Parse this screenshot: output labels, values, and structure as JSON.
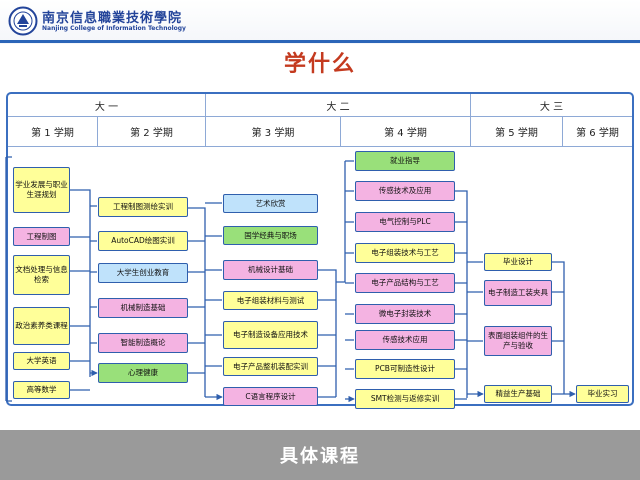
{
  "header": {
    "school_name": "南京信息職業技術學院",
    "school_name_en": "Nanjing College of Information Technology"
  },
  "title": "学什么",
  "footer": "具体课程",
  "years": [
    "大 一",
    "大 二",
    "大 三"
  ],
  "semesters": [
    "第 1 学期",
    "第 2 学期",
    "第 3 学期",
    "第 4 学期",
    "第 5 学期",
    "第 6 学期"
  ],
  "courses": {
    "c1_1": "学业发展与职业生涯规划",
    "c1_2": "工程制图",
    "c1_3": "文档处理与信息检索",
    "c1_4": "政治素养类课程",
    "c1_5": "大学英语",
    "c1_6": "高等数学",
    "c2_1": "工程制图测绘实训",
    "c2_2": "AutoCAD绘图实训",
    "c2_3": "大学生创业教育",
    "c2_4": "机械制造基础",
    "c2_5": "智能制造概论",
    "c2_6": "心理健康",
    "c3_1": "艺术欣赏",
    "c3_2": "国学经典与职场",
    "c3_3": "机械设计基础",
    "c3_4": "电子组装材料与测试",
    "c3_5": "电子制造设备应用技术",
    "c3_6": "电子产品整机装配实训",
    "c3_7": "C语言程序设计",
    "c4_1": "就业指导",
    "c4_2": "传感技术及应用",
    "c4_3": "电气控制与PLC",
    "c4_4": "电子组装技术与工艺",
    "c4_5": "电子产品结构与工艺",
    "c4_6": "微电子封装技术",
    "c4_7": "传感技术应用",
    "c4_8": "PCB可制造性设计",
    "c4_9": "SMT检测与返修实训",
    "c5_1": "毕业设计",
    "c5_2": "电子制造工装夹具",
    "c5_3": "表面组装组件的生产与验收",
    "c5_4": "精益生产基础",
    "c6_1": "毕业实习"
  },
  "colors": {
    "yellow": "#ffff99",
    "pink": "#f4b3e2",
    "blue": "#bfe2fb",
    "green": "#99e07a",
    "border": "#2f5fad",
    "title": "#c43a1f",
    "footer": "#9a9a9a"
  }
}
